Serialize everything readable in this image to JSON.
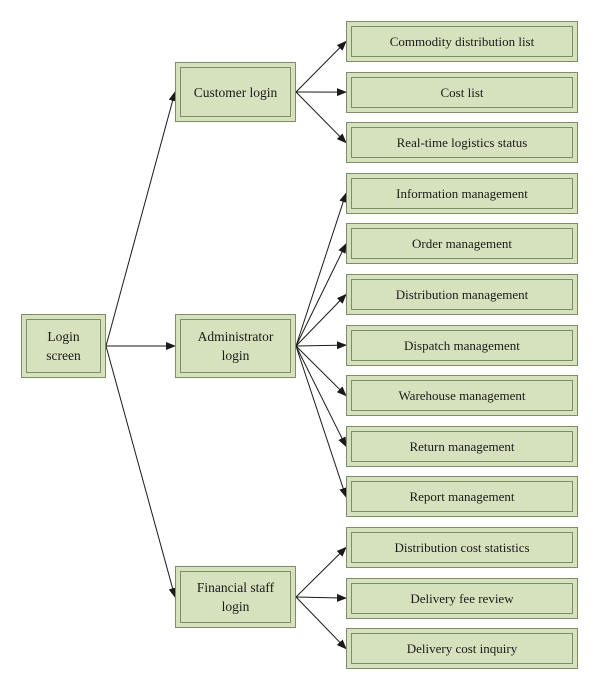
{
  "root": {
    "label": "Login\nscreen"
  },
  "branches": [
    {
      "label": "Customer login",
      "children": [
        "Commodity distribution list",
        "Cost list",
        "Real-time logistics status"
      ]
    },
    {
      "label": "Administrator\nlogin",
      "children": [
        "Information management",
        "Order management",
        "Distribution management",
        "Dispatch management",
        "Warehouse management",
        "Return management",
        "Report management"
      ]
    },
    {
      "label": "Financial staff\nlogin",
      "children": [
        "Distribution cost statistics",
        "Delivery fee review",
        "Delivery cost inquiry"
      ]
    }
  ],
  "colors": {
    "box_fill": "#d6e2bd",
    "box_border": "#7f8c66",
    "arrow": "#1a1a1a"
  }
}
